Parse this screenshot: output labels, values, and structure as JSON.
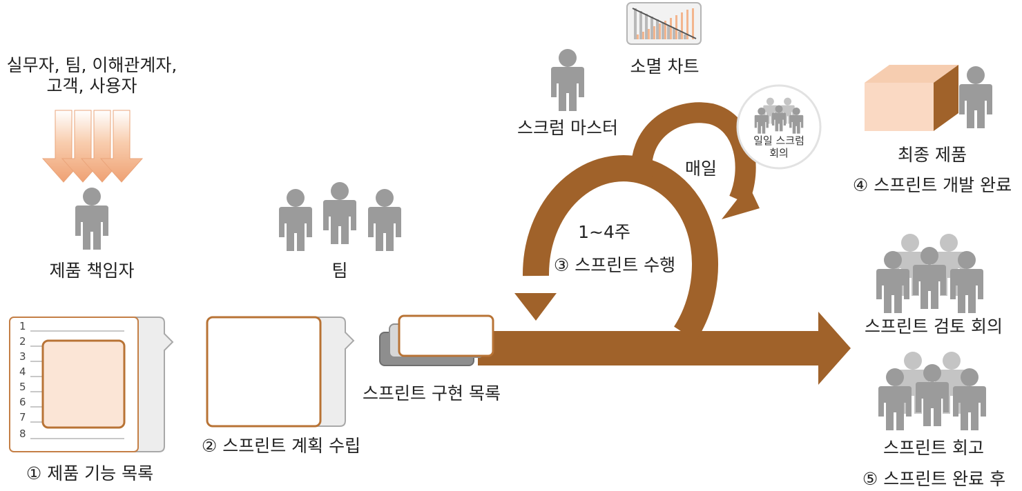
{
  "stakeholders": {
    "line1": "실무자, 팀, 이해관계자,",
    "line2": "고객, 사용자"
  },
  "product_owner": {
    "label": "제품 책임자"
  },
  "team": {
    "label": "팀"
  },
  "scrum_master": {
    "label": "스크럼 마스터"
  },
  "burndown": {
    "label": "소멸 차트"
  },
  "daily": {
    "label": "매일",
    "meeting_line1": "일일 스크럼",
    "meeting_line2": "회의"
  },
  "sprint_cycle": {
    "duration": "1~4주",
    "label": "③ 스프린트 수행"
  },
  "final_product": {
    "label": "최종 제품",
    "step": "④ 스프린트 개발 완료"
  },
  "review": {
    "label": "스프린트 검토 회의"
  },
  "retro": {
    "label": "스프린트 회고",
    "step": "⑤ 스프린트 완료 후"
  },
  "product_backlog": {
    "label": "① 제품 기능 목록",
    "line_numbers": [
      "1",
      "2",
      "3",
      "4",
      "5",
      "6",
      "7",
      "8"
    ]
  },
  "sprint_planning": {
    "label": "② 스프린트 계획 수립"
  },
  "sprint_backlog": {
    "label": "스프린트 구현 목록"
  },
  "colors": {
    "arrow": "#A0622A",
    "person": "#9B9B9B",
    "person_light": "#C4C4C4",
    "peach": "#F3B58E",
    "box_fill": "#FBE5D6"
  }
}
